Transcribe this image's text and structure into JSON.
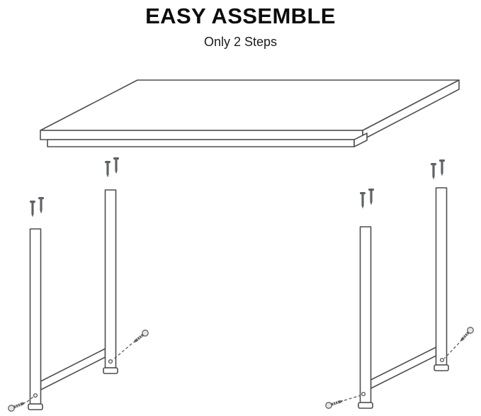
{
  "header": {
    "title": "EASY ASSEMBLE",
    "subtitle": "Only 2 Steps"
  },
  "diagram": {
    "type": "assembly-instruction",
    "colors": {
      "background": "#ffffff",
      "line": "#4f4f4f",
      "screw": "#5f6368",
      "text": "#0c0c0c"
    },
    "parts": [
      {
        "name": "tabletop",
        "count": 1
      },
      {
        "name": "leg-frame",
        "count": 2
      },
      {
        "name": "top-screw",
        "count": 8
      },
      {
        "name": "side-bolt",
        "count": 4
      }
    ]
  }
}
